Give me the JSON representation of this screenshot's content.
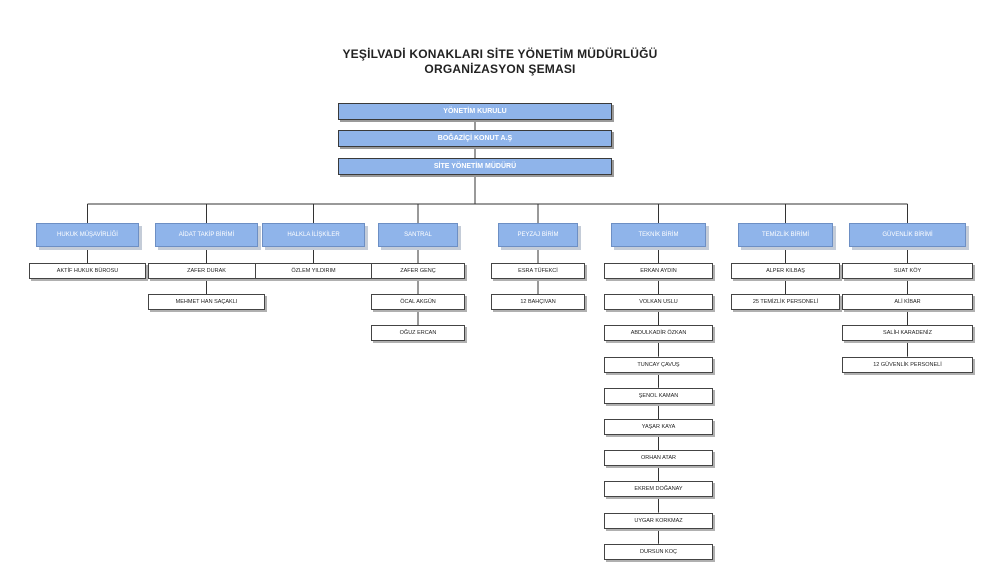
{
  "title_line1": "YEŞİLVADİ KONAKLARI SİTE YÖNETİM MÜDÜRLÜĞÜ",
  "title_line2": "ORGANİZASYON ŞEMASI",
  "top_chain": [
    "YÖNETİM KURULU",
    "BOĞAZİÇİ KONUT A.Ş",
    "SİTE YÖNETİM MÜDÜRÜ"
  ],
  "departments": [
    {
      "name": "HUKUK MÜŞAVİRLİĞİ",
      "staff": [
        "AKTİF HUKUK BÜROSU"
      ]
    },
    {
      "name": "AİDAT TAKİP BİRİMİ",
      "staff": [
        "ZAFER DURAK",
        "MEHMET HAN SAÇAKLI"
      ]
    },
    {
      "name": "HALKLA İLİŞKİLER",
      "staff": [
        "ÖZLEM YILDIRIM"
      ]
    },
    {
      "name": "SANTRAL",
      "staff": [
        "ZAFER GENÇ",
        "ÖCAL AKGÜN",
        "OĞUZ ERCAN"
      ]
    },
    {
      "name": "PEYZAJ BİRİM",
      "staff": [
        "ESRA TÜFEKCİ",
        "12 BAHÇIVAN"
      ]
    },
    {
      "name": "TEKNİK BİRİM",
      "staff": [
        "ERKAN AYDIN",
        "VOLKAN USLU",
        "ABDULKADİR ÖZKAN",
        "TUNCAY ÇAVUŞ",
        "ŞENOL KAMAN",
        "YAŞAR KAYA",
        "ORHAN ATAR",
        "EKREM DOĞANAY",
        "UYGAR KORKMAZ",
        "DURSUN KOÇ"
      ]
    },
    {
      "name": "TEMİZLİK BİRİMİ",
      "staff": [
        "ALPER KILBAŞ",
        "25 TEMİZLİK PERSONELİ"
      ]
    },
    {
      "name": "GÜVENLİK BİRİMİ",
      "staff": [
        "SUAT KÖY",
        "ALİ KİBAR",
        "SALİH KARADENİZ",
        "12 GÜVENLİK PERSONELİ"
      ]
    }
  ]
}
